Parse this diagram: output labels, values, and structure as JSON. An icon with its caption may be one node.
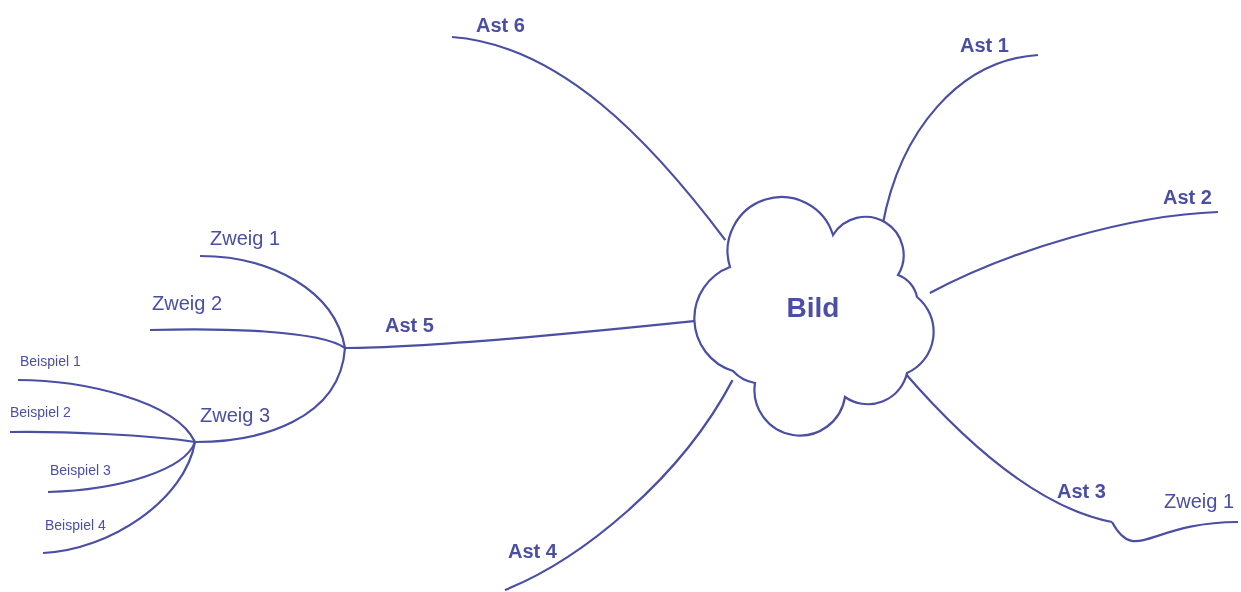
{
  "diagram": {
    "nodes": [
      {
        "text": [
          "Bild"
        ]
      },
      {
        "text": [
          "Ast 1"
        ]
      },
      {
        "text": [
          "Ast 2"
        ]
      },
      {
        "text": [
          "Ast 3"
        ]
      },
      {
        "text": [
          "Zweig 1"
        ]
      },
      {
        "text": [
          "Ast 4"
        ]
      },
      {
        "text": [
          "Ast 5"
        ]
      },
      {
        "text": [
          "Zweig 1"
        ]
      },
      {
        "text": [
          "Zweig 2"
        ]
      },
      {
        "text": [
          "Zweig 3"
        ]
      },
      {
        "text": [
          "Beispiel 1"
        ]
      },
      {
        "text": [
          "Beispiel 2"
        ]
      },
      {
        "text": [
          "Beispiel 3"
        ]
      },
      {
        "text": [
          "Beispiel 4"
        ]
      },
      {
        "text": [
          "Ast 6"
        ]
      }
    ],
    "edges": [
      {
        "from": 0,
        "to": 1,
        "arrow": "none"
      },
      {
        "from": 0,
        "to": 2,
        "arrow": "none"
      },
      {
        "from": 0,
        "to": 3,
        "arrow": "none"
      },
      {
        "from": 3,
        "to": 4,
        "arrow": "none"
      },
      {
        "from": 0,
        "to": 5,
        "arrow": "none"
      },
      {
        "from": 0,
        "to": 6,
        "arrow": "none"
      },
      {
        "from": 6,
        "to": 7,
        "arrow": "none"
      },
      {
        "from": 6,
        "to": 8,
        "arrow": "none"
      },
      {
        "from": 6,
        "to": 9,
        "arrow": "none"
      },
      {
        "from": 9,
        "to": 10,
        "arrow": "none"
      },
      {
        "from": 9,
        "to": 11,
        "arrow": "none"
      },
      {
        "from": 9,
        "to": 12,
        "arrow": "none"
      },
      {
        "from": 9,
        "to": 13,
        "arrow": "none"
      },
      {
        "from": 0,
        "to": 14,
        "arrow": "none"
      }
    ]
  }
}
